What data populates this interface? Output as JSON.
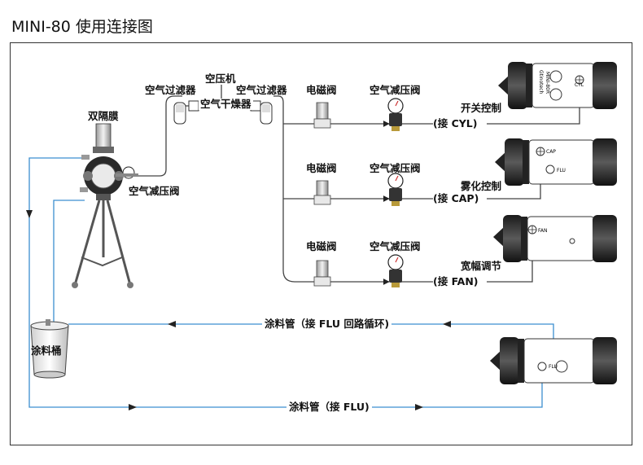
{
  "title": "MINI-80 使用连接图",
  "labels": {
    "compressor": "空压机",
    "air_filter_left": "空气过滤器",
    "air_filter_right": "空气过滤器",
    "air_dryer": "空气干燥器",
    "double_diaphragm": "双隔膜",
    "pump_regulator": "空气减压阀",
    "solenoid_1": "电磁阀",
    "solenoid_2": "电磁阀",
    "solenoid_3": "电磁阀",
    "regulator_1": "空气减压阀",
    "regulator_2": "空气减压阀",
    "regulator_3": "空气减压阀",
    "switch_control": "开关控制",
    "atomize_control": "雾化控制",
    "width_adjust": "宽幅调节",
    "conn_cyl": "(接  CYL)",
    "conn_cap": "(接  CAP)",
    "conn_fan": "(接  FAN)",
    "paint_bucket": "涂料桶",
    "pipe_return": "涂料管（接  FLU 回路循环)",
    "pipe_feed": "涂料管（接  FLU)"
  },
  "gun_ports": {
    "cyl": "CYL",
    "cap": "CAP",
    "flu_top": "FLU",
    "fan": "FAN",
    "flu_bottom": "FLU"
  },
  "gun_marks": {
    "model": "MINI-80R",
    "brand": "Gtinotech"
  },
  "colors": {
    "air_line": "#444444",
    "paint_line": "#3c8fd0",
    "frame": "#333333"
  }
}
